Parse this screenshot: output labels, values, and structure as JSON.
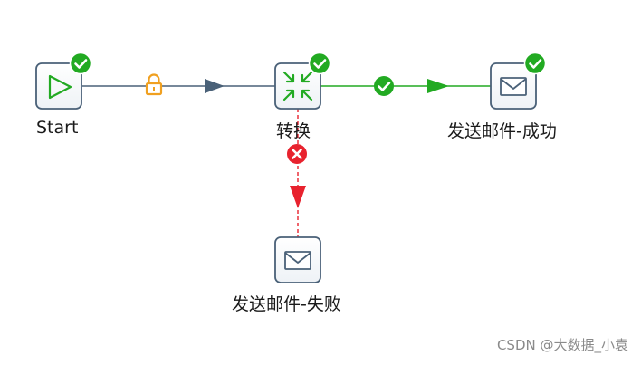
{
  "diagram": {
    "nodes": {
      "start": {
        "label": "Start",
        "icon": "play-icon",
        "status": "success"
      },
      "transform": {
        "label": "转换",
        "icon": "transform-icon",
        "status": "success"
      },
      "mail_success": {
        "label": "发送邮件-成功",
        "icon": "mail-icon",
        "status": "success"
      },
      "mail_fail": {
        "label": "发送邮件-失败",
        "icon": "mail-icon",
        "status": "none"
      }
    },
    "edges": [
      {
        "from": "start",
        "to": "transform",
        "condition": "unconditional",
        "marker": "lock-icon",
        "color": "#4a6178"
      },
      {
        "from": "transform",
        "to": "mail_success",
        "condition": "on-success",
        "marker": "check-icon",
        "color": "#22aa22"
      },
      {
        "from": "transform",
        "to": "mail_fail",
        "condition": "on-failure",
        "marker": "error-icon",
        "color": "#e8222e"
      }
    ]
  },
  "colors": {
    "node_border": "#4a6178",
    "success_green": "#22aa22",
    "failure_red": "#e8222e",
    "lock_orange": "#f0a020"
  },
  "watermark": "CSDN @大数据_小袁"
}
